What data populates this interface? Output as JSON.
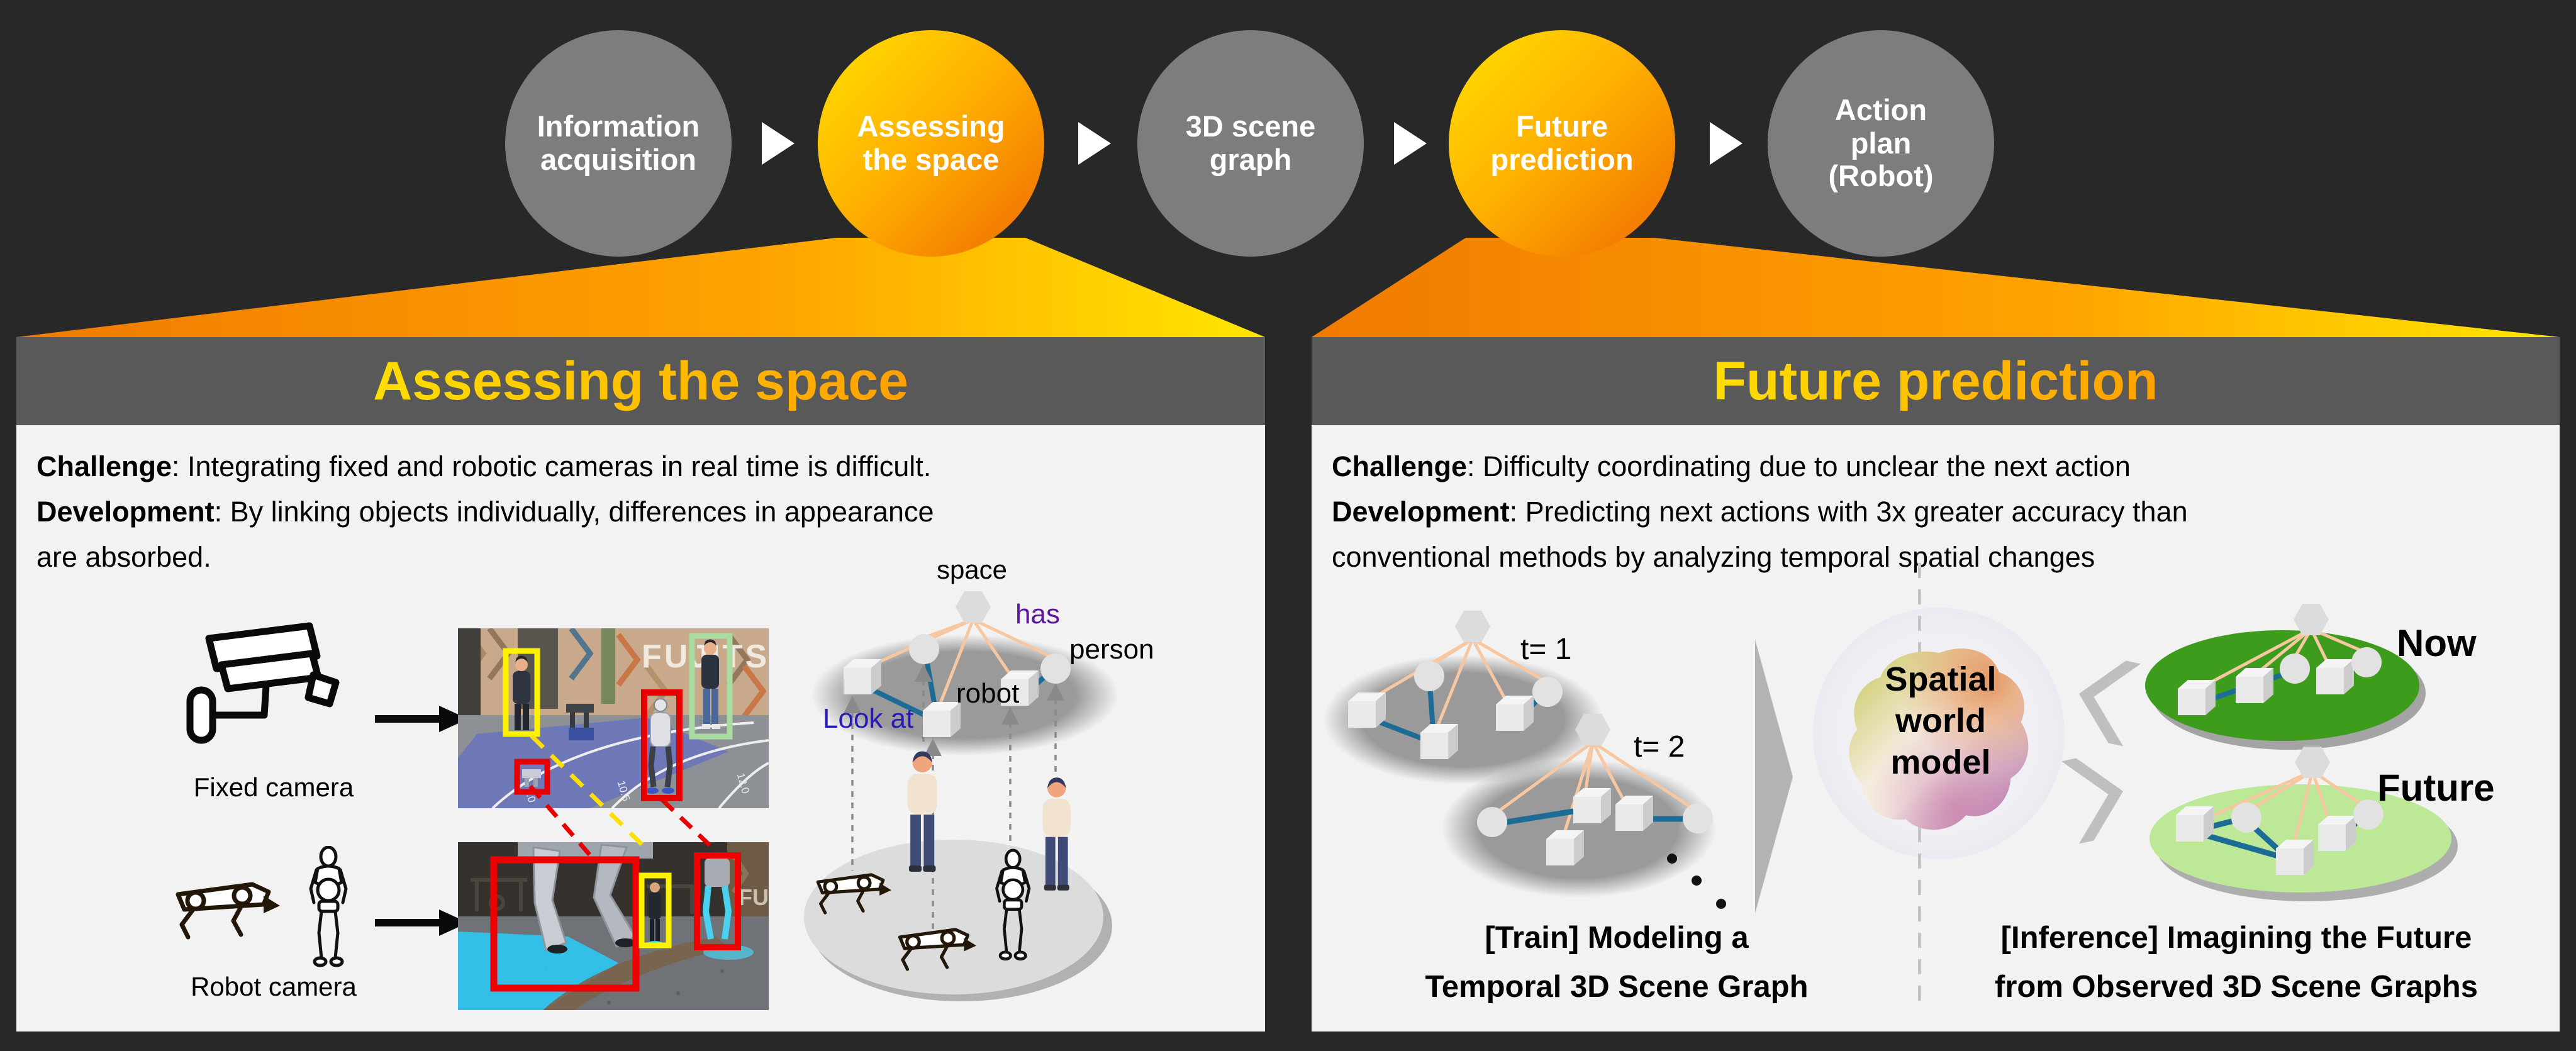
{
  "colors": {
    "background": "#282828",
    "panel_bg": "#F2F2F2",
    "panel_header": "#595959",
    "accent_yellow": "#FFDE00",
    "accent_orange": "#EF6A00",
    "step_gray": "#7D7D7D",
    "edge_peach": "#F6C7A0",
    "edge_teal": "#1D6C96",
    "now_green": "#3E9C1D",
    "future_green": "#BDE897",
    "label_purple": "#5B189B",
    "label_blue": "#2619B5",
    "bbox_red": "#EE0000",
    "bbox_yellow": "#FFF200",
    "bbox_green": "#A9DCA0"
  },
  "pipeline": {
    "steps": [
      {
        "label": "Information\nacquisition",
        "highlighted": false
      },
      {
        "label": "Assessing\nthe space",
        "highlighted": true
      },
      {
        "label": "3D scene\ngraph",
        "highlighted": false
      },
      {
        "label": "Future\nprediction",
        "highlighted": true
      },
      {
        "label": "Action\nplan\n(Robot)",
        "highlighted": false
      }
    ]
  },
  "left_panel": {
    "title": "Assessing the space",
    "challenge_label": "Challenge",
    "challenge_text": ": Integrating fixed and robotic cameras in real time is difficult.",
    "development_label": "Development",
    "development_text": ": By linking objects individually, differences in appearance\nare absorbed.",
    "fixed_camera_label": "Fixed camera",
    "robot_camera_label": "Robot camera",
    "graph": {
      "space": "space",
      "has": "has",
      "person": "person",
      "robot": "robot",
      "look_at": "Look at"
    },
    "photo_top": {
      "sign": "FUJITSU",
      "floor_marks": [
        "3.0",
        "10.5",
        "12.0"
      ]
    },
    "photo_bottom": {
      "sign": "FU"
    }
  },
  "right_panel": {
    "title": "Future prediction",
    "challenge_label": "Challenge",
    "challenge_text": ": Difficulty coordinating due to unclear the next action",
    "development_label": "Development",
    "development_text": ": Predicting next actions with 3x greater accuracy than\nconventional methods by analyzing temporal spatial changes",
    "timestep_1": "t= 1",
    "timestep_2": "t= 2",
    "model_label": "Spatial\nworld\nmodel",
    "now_label": "Now",
    "future_label": "Future",
    "train_caption": "[Train] Modeling a\nTemporal 3D Scene Graph",
    "inference_caption": "[Inference] Imagining the Future\nfrom Observed 3D Scene Graphs"
  }
}
